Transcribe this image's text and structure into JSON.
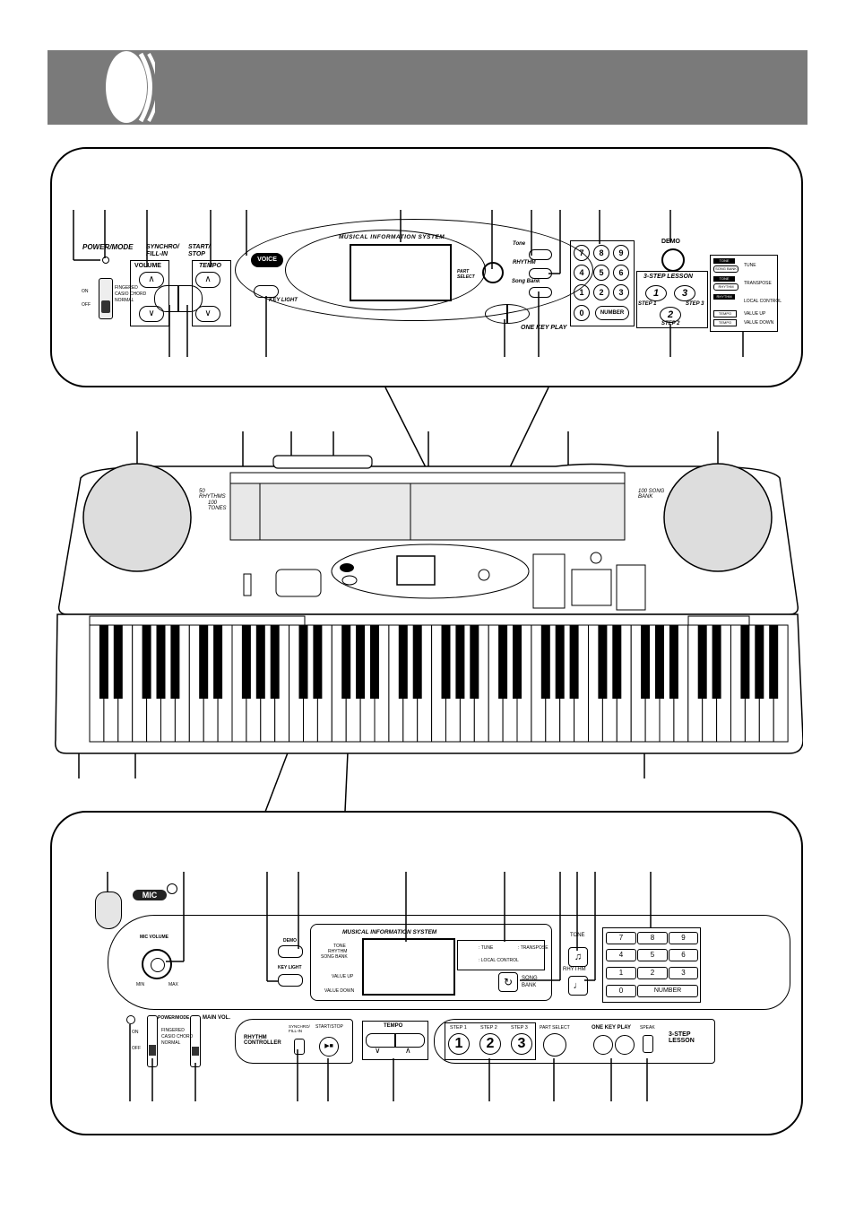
{
  "header": {
    "title": ""
  },
  "top_panel": {
    "power_mode": "POWER/MODE",
    "on": "ON",
    "off": "OFF",
    "modes": [
      "FINGERED",
      "CASIO CHORD",
      "NORMAL"
    ],
    "synchro_fill": "SYNCHRO/ FILL-IN",
    "start_stop": "START/ STOP",
    "volume": "VOLUME",
    "tempo": "TEMPO",
    "voice": "VOICE",
    "key_light": "KEY LIGHT",
    "mis": "MUSICAL INFORMATION SYSTEM",
    "part_select": "PART SELECT",
    "tone": "Tone",
    "rhythm": "RHYTHM",
    "song_bank": "Song Bank",
    "one_key_play": "ONE KEY PLAY",
    "keypad": [
      "7",
      "8",
      "9",
      "4",
      "5",
      "6",
      "1",
      "2",
      "3",
      "0"
    ],
    "number": "NUMBER",
    "demo": "DEMO",
    "lesson_title": "3-STEP LESSON",
    "step1": "STEP 1",
    "step2": "STEP 2",
    "step3": "STEP 3",
    "lesson_nums": [
      "1",
      "2",
      "3"
    ],
    "tags": [
      "TONE",
      "SONG BANK",
      "TONE",
      "RHYTHM",
      "RHYTHM",
      "TEMPO",
      "TEMPO"
    ],
    "funcs": [
      "TUNE",
      "TRANSPOSE",
      "LOCAL CONTROL",
      "VALUE UP",
      "VALUE DOWN"
    ]
  },
  "keyboard": {
    "left_text": "50 RHYTHMS",
    "left_text2": "100 TONES",
    "right_text": "100 SONG BANK"
  },
  "bottom_panel": {
    "mic": "MIC",
    "mic_volume": "MIC VOLUME",
    "min": "MIN",
    "max": "MAX",
    "demo": "DEMO",
    "key_light": "KEY LIGHT",
    "mis": "MUSICAL INFORMATION SYSTEM",
    "tone": "TONE",
    "rhythm": "RHYTHM",
    "song_bank": "SONG BANK",
    "value_up": "VALUE UP",
    "value_down": "VALUE DOWN",
    "tune": ": TUNE",
    "transpose": ": TRANSPOSE",
    "local_control": ": LOCAL CONTROL",
    "song": "SONG",
    "bank": "BANK",
    "tone_btn": "TONE",
    "rhythm_btn": "RHYTHM",
    "keypad": [
      "7",
      "8",
      "9",
      "4",
      "5",
      "6",
      "1",
      "2",
      "3",
      "0"
    ],
    "number": "NUMBER",
    "power_mode": "POWER/MODE",
    "on": "ON",
    "off": "OFF",
    "modes": [
      "FINGERED",
      "CASIO CHORD",
      "NORMAL"
    ],
    "main_vol": "MAIN VOL.",
    "rhythm_controller": "RHYTHM CONTROLLER",
    "synchro_fill": "SYNCHRO/ FILL-IN",
    "start_stop": "START/STOP",
    "tempo": "TEMPO",
    "step1": "STEP 1",
    "step2": "STEP 2",
    "step3": "STEP 3",
    "lesson_nums": [
      "1",
      "2",
      "3"
    ],
    "part_select": "PART SELECT",
    "one_key_play": "ONE KEY PLAY",
    "speak": "SPEAK",
    "lesson": "3-STEP LESSON"
  }
}
